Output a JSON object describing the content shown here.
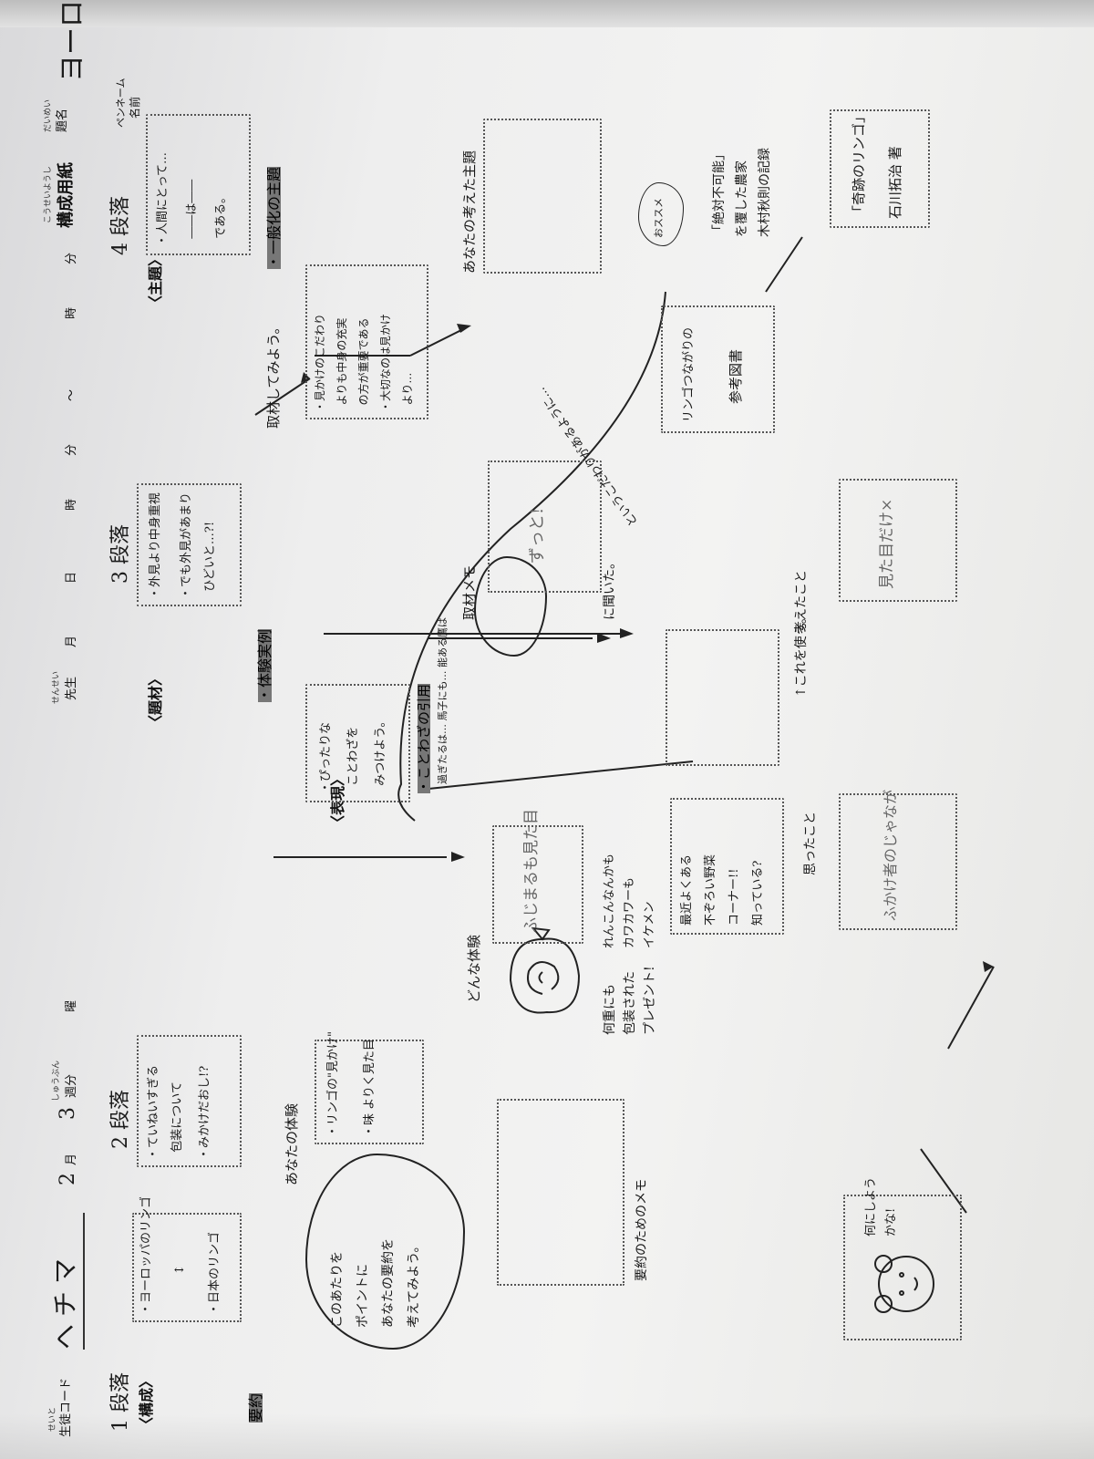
{
  "header": {
    "form_title": "構成用紙",
    "form_title_ruby": "こうせいようし",
    "title_label": "題名",
    "title_ruby": "だいめい",
    "title_value": "ヨーロッパにおけるりんごの感",
    "pen_name_label": "ペンネーム",
    "name_label": "名前",
    "student_code_label": "生徒コード",
    "student_code_ruby": "せいと",
    "student_code_value": "ヘチマ",
    "month_value": "2",
    "month_label": "月",
    "week_value": "3",
    "week_label": "週分",
    "week_ruby": "しゅうぶん",
    "teacher_label": "先生",
    "teacher_ruby": "せんせい",
    "date_labels": [
      "曜",
      "月",
      "日",
      "時",
      "分",
      "〜",
      "時",
      "分"
    ]
  },
  "sections": {
    "s1_heading": "1 段落",
    "s2_heading": "2 段落",
    "s3_heading": "3 段落",
    "s4_heading": "4 段落",
    "s1_bracket": "〈構成〉",
    "s2_bracket": "〈表現〉",
    "s3_bracket": "〈題材〉",
    "s4_bracket": "〈主題〉"
  },
  "s1": {
    "box_lines": [
      "・ヨーロッパのリンゴ",
      "↕",
      "・日本のリンゴ"
    ],
    "summary_label": "要約",
    "cloud_lines": [
      "このあたりを",
      "ポイントに",
      "あなたの要約を",
      "考えてみよう。"
    ],
    "summary_box_lines": [
      "・リンゴの\"見かけ\"",
      "・味 よりく見た目"
    ],
    "memo_label": "要約のためのメモ"
  },
  "s2": {
    "box_lines": [
      "・ていねいすぎる",
      "  包装について",
      "・みかけだおし!?"
    ],
    "experience_label": "あなたの体験",
    "how_label": "どんな体験",
    "experience_box": "ふじまるも見た目",
    "gift_lines": [
      "何重にも",
      "包装された",
      "プレゼント!"
    ],
    "bottom_box_lines": [
      "最近よくある",
      "不ぞろい野菜",
      "コーナー!!",
      "知っている?"
    ],
    "note_lines": [
      "れんこんなんかも",
      "カワカワーも",
      "イケメン"
    ],
    "thought_label": "思ったこと",
    "thought_box": "ふかけ者のじゃなが"
  },
  "s3": {
    "box_lines": [
      "・外見より中身重視",
      "・でも外見があまり",
      "  ひどいと…?!"
    ],
    "topic_box_lines": [
      "・ぴったりな",
      "  ことわざを",
      "  みつけよう。"
    ],
    "taiken_label": "・体験実例",
    "kotowaza_label": "・ことわざの引用",
    "kotowaza_note": "過ぎたるは… 馬子にも… 能ある鷹は",
    "interview_prompt": "取材してみよう。",
    "interview_label": "取材メモ",
    "interview_box": "ずっと!",
    "asked_label": "に聞いた。",
    "use_this": "↑これを使う。",
    "think_label": "考えたこと",
    "think_box": "見た目だけ×"
  },
  "s4": {
    "box_lines": [
      "・人間にとって…",
      "  ――は――",
      "  である。"
    ],
    "general_label": "・一般化の主題",
    "general_box_lines": [
      "・見かけのこだわり",
      "  よりも中身の充実",
      "  の方が重要である",
      "・大切なのは見かけ",
      "  より…"
    ],
    "your_theme_label": "あなたの考えた主題",
    "curve_note": "というこだわりがあるように…",
    "recommend": "おススメ",
    "ref_box_lines": [
      "リンゴつながりの",
      "参考図書"
    ],
    "book_quote_lines": [
      "「絶対不可能」",
      "を覆した農家",
      "木村秋則の記録"
    ],
    "book_box_lines": [
      "「奇跡のリンゴ」",
      "石川拓治 著"
    ],
    "doodle_lines": [
      "何にしよう",
      "かな!"
    ]
  }
}
